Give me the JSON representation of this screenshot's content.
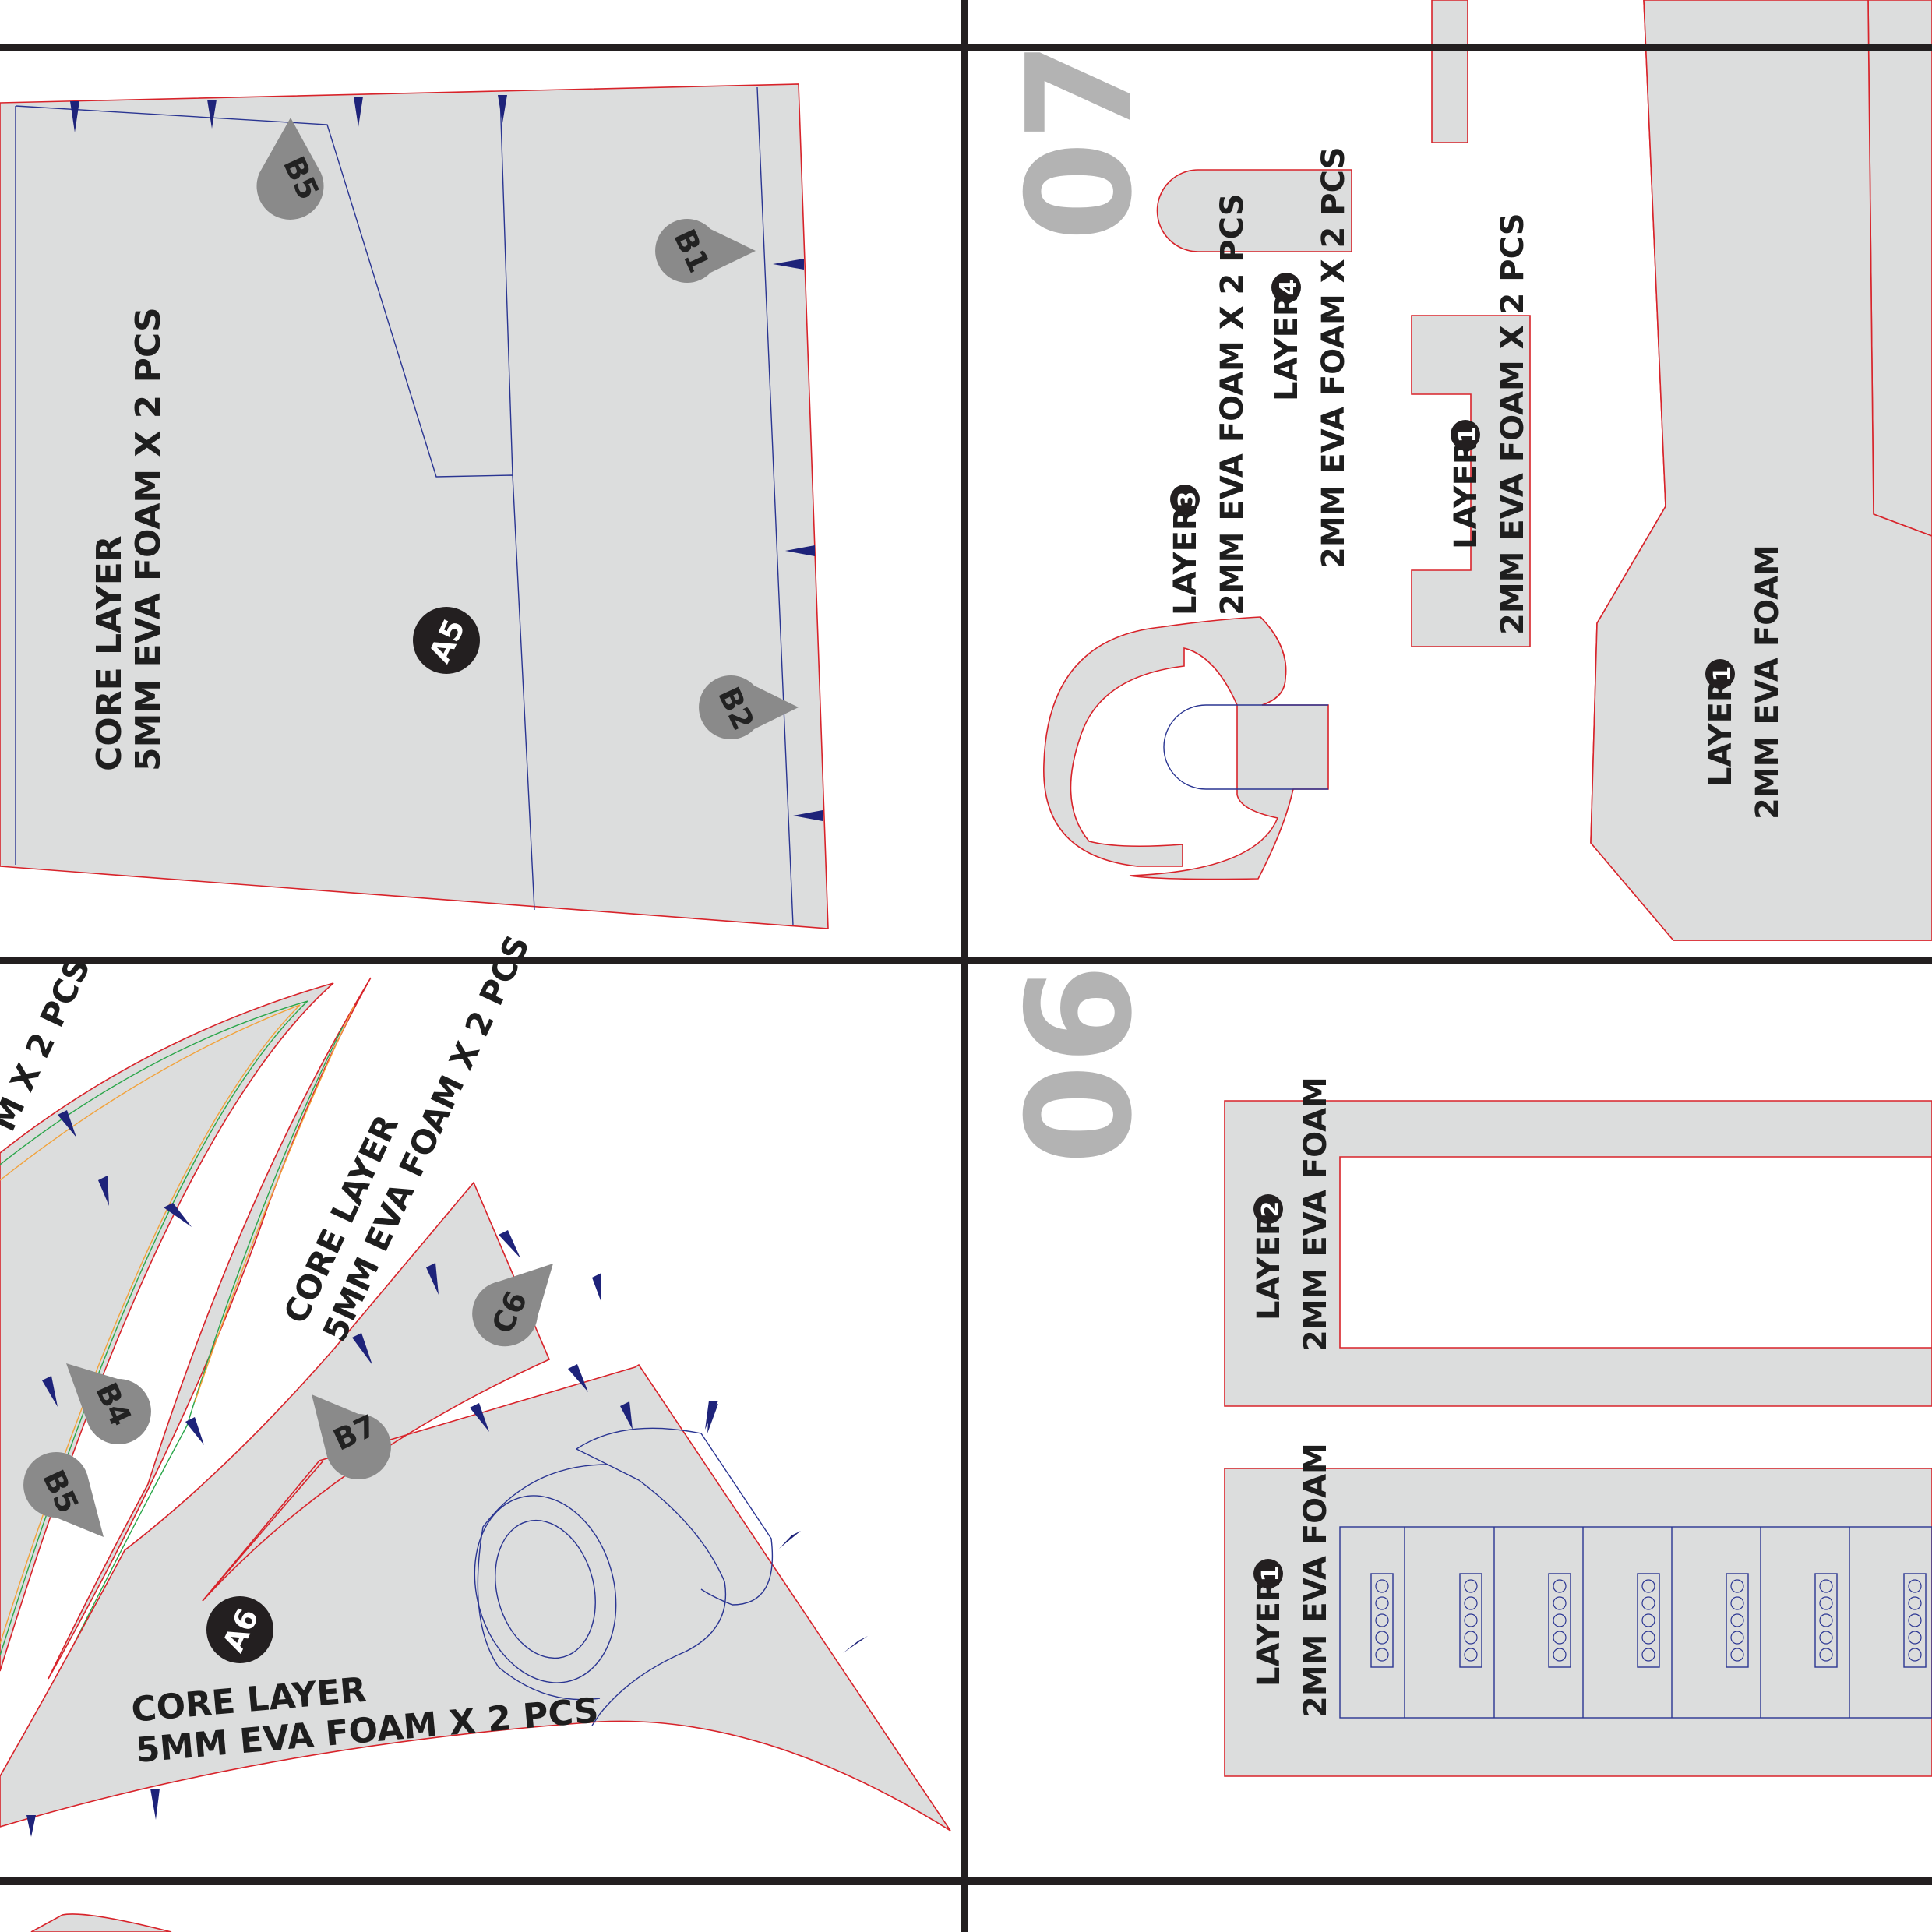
{
  "colors": {
    "piece_fill": "#dcdddd",
    "cut_line": "#d8232a",
    "guide_line": "#2a3592",
    "notch": "#1e237a",
    "accent_green": "#2aa64a",
    "accent_orange": "#f2a23a",
    "grid": "#231f20",
    "pin": "#8a8a8a",
    "dot": "#231f20",
    "section_number": "#b3b3b3"
  },
  "sections": {
    "s07": "07",
    "s06": "06"
  },
  "labels": {
    "a5_line1": "CORE LAYER",
    "a5_line2": "5MM EVA FOAM X 2 PCS",
    "a6_line1": "CORE LAYER",
    "a6_line2": "5MM EVA FOAM X 2 PCS",
    "b_line1": "CORE LAYER",
    "b_line2": "5MM EVA FOAM X 2 PCS",
    "left_cut": "M X 2 PCS",
    "layer3_word": "LAYER",
    "layer3_spec": "2MM EVA FOAM X 2 PCS",
    "layer4_word": "LAYER",
    "layer4_spec": "2MM EVA FOAM X 2 PCS",
    "layer1a_word": "LAYER",
    "layer1a_spec": "2MM EVA FOAM X 2 PCS",
    "layer1b_word": "LAYER",
    "layer1b_spec": "2MM EVA FOAM",
    "layer2_word": "LAYER",
    "layer2_spec": "2MM EVA FOAM",
    "layer1c_word": "LAYER",
    "layer1c_spec": "2MM EVA FOAM"
  },
  "markers": {
    "a5": "A5",
    "a6": "A6",
    "b1": "B1",
    "b2": "B2",
    "b5_top": "B5",
    "b4": "B4",
    "b5_bottom": "B5",
    "b7": "B7",
    "c6": "C6"
  },
  "layer_numbers": {
    "l3": "3",
    "l4": "4",
    "l1a": "1",
    "l1b": "1",
    "l2": "2",
    "l1c": "1"
  }
}
